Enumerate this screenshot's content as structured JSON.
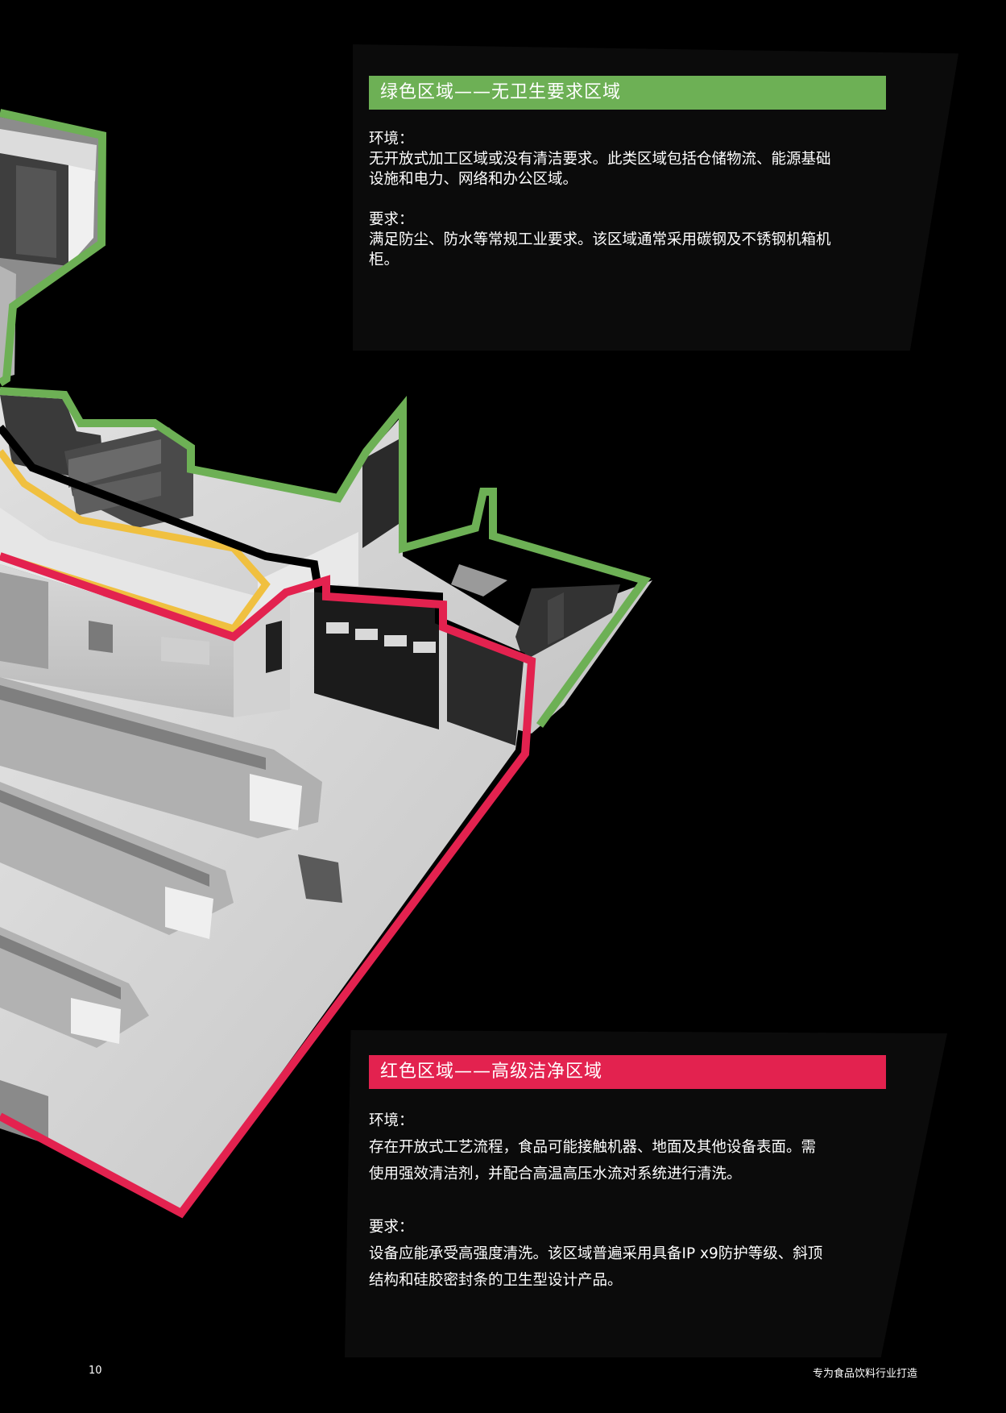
{
  "green_zone": {
    "title": "绿色区域——无卫生要求区域",
    "environment_label": "环境：",
    "environment_line1": "无开放式加工区域或没有清洁要求。此类区域包括仓储物流、能源基础",
    "environment_line2": "设施和电力、网络和办公区域。",
    "requirement_label": "要求：",
    "requirement_line1": "满足防尘、防水等常规工业要求。该区域通常采用碳钢及不锈钢机箱机",
    "requirement_line2": "柜。",
    "color": "#6db055"
  },
  "red_zone": {
    "title": "红色区域——高级洁净区域",
    "environment_label": "环境：",
    "environment_line1": "存在开放式工艺流程，食品可能接触机器、地面及其他设备表面。需",
    "environment_line2": "使用强效清洁剂，并配合高温高压水流对系统进行清洗。",
    "requirement_label": "要求：",
    "requirement_line1": "设备应能承受高强度清洗。该区域普遍采用具备IP x9防护等级、斜顶",
    "requirement_line2": "结构和硅胶密封条的卫生型设计产品。",
    "color": "#e3224f"
  },
  "yellow_zone": {
    "color": "#f0c040"
  },
  "footer": {
    "page_number": "10",
    "tagline": "专为食品饮料行业打造"
  }
}
